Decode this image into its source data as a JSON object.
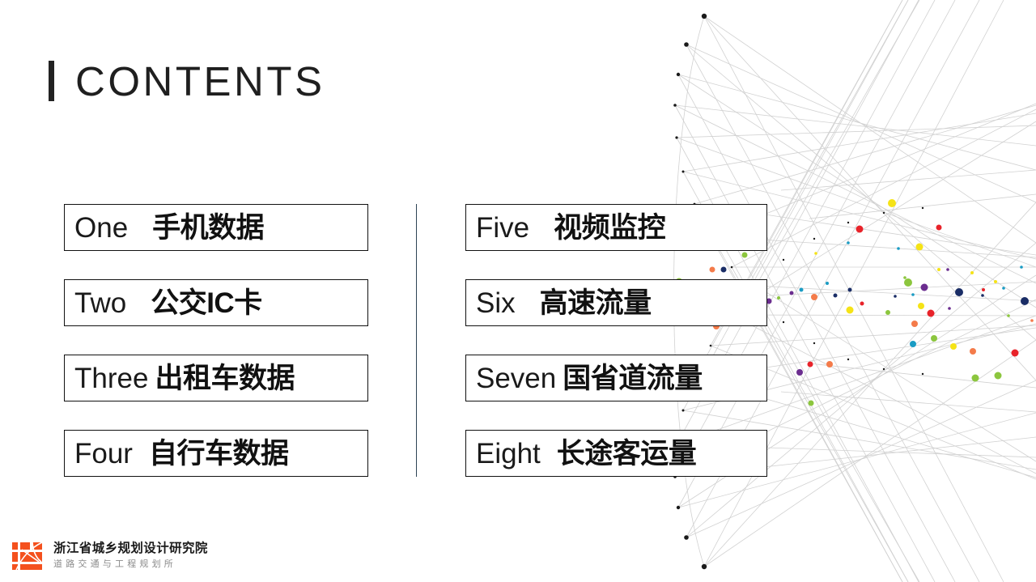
{
  "slide": {
    "title": "CONTENTS",
    "accent_bar_color": "#222222",
    "background_color": "#ffffff",
    "divider_color": "#2d4355"
  },
  "contents": {
    "left_column": [
      {
        "number": "One",
        "label": "手机数据"
      },
      {
        "number": "Two",
        "label": "公交IC卡"
      },
      {
        "number": "Three",
        "label": "出租车数据"
      },
      {
        "number": "Four",
        "label": "自行车数据"
      }
    ],
    "right_column": [
      {
        "number": "Five",
        "label": "视频监控"
      },
      {
        "number": "Six",
        "label": "高速流量"
      },
      {
        "number": "Seven",
        "label": "国省道流量"
      },
      {
        "number": "Eight",
        "label": "长途客运量"
      }
    ]
  },
  "footer": {
    "organization": "浙江省城乡规划设计研究院",
    "department": "道路交通与工程规划所",
    "logo_color": "#f4511e"
  },
  "decoration": {
    "mesh_line_color": "#cfcfcf",
    "node_color": "#1a1a1a",
    "dot_palette": {
      "red": "#e8232a",
      "yellow": "#f5e316",
      "green": "#8cc63e",
      "orange": "#f47b4a",
      "purple": "#6b2d8f",
      "teal": "#1a9cc4",
      "navy": "#1a2d66"
    }
  }
}
